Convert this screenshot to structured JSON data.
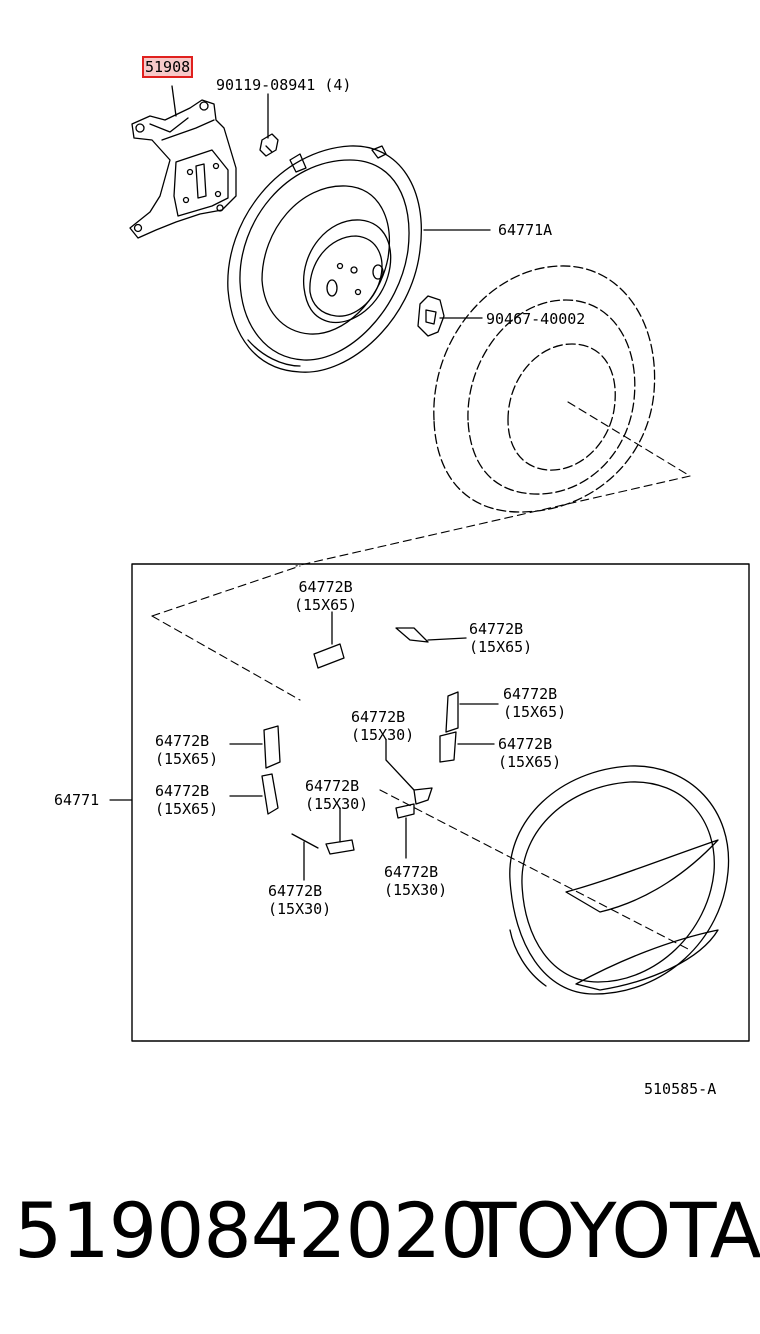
{
  "diagram": {
    "highlighted_part": "51908",
    "labels": {
      "bolt": {
        "part": "90119-08941",
        "qty": "(4)"
      },
      "cover_assy": "64771A",
      "clip": "90467-40002",
      "box_ref": "64771",
      "tape_top_left": {
        "part": "64772B",
        "size": "(15X65)"
      },
      "tape_top_right": {
        "part": "64772B",
        "size": "(15X65)"
      },
      "tape_right_1": {
        "part": "64772B",
        "size": "(15X65)"
      },
      "tape_center_upper": {
        "part": "64772B",
        "size": "(15X30)"
      },
      "tape_right_2": {
        "part": "64772B",
        "size": "(15X65)"
      },
      "tape_left_1": {
        "part": "64772B",
        "size": "(15X65)"
      },
      "tape_left_2": {
        "part": "64772B",
        "size": "(15X65)"
      },
      "tape_center_mid": {
        "part": "64772B",
        "size": "(15X30)"
      },
      "tape_center_lower": {
        "part": "64772B",
        "size": "(15X30)"
      },
      "tape_bottom_left": {
        "part": "64772B",
        "size": "(15X30)"
      }
    },
    "figure_id": "510585-A",
    "highlight_color": "#e0201e"
  },
  "footer": {
    "part_number": "5190842020",
    "brand": "TOYOTA"
  }
}
